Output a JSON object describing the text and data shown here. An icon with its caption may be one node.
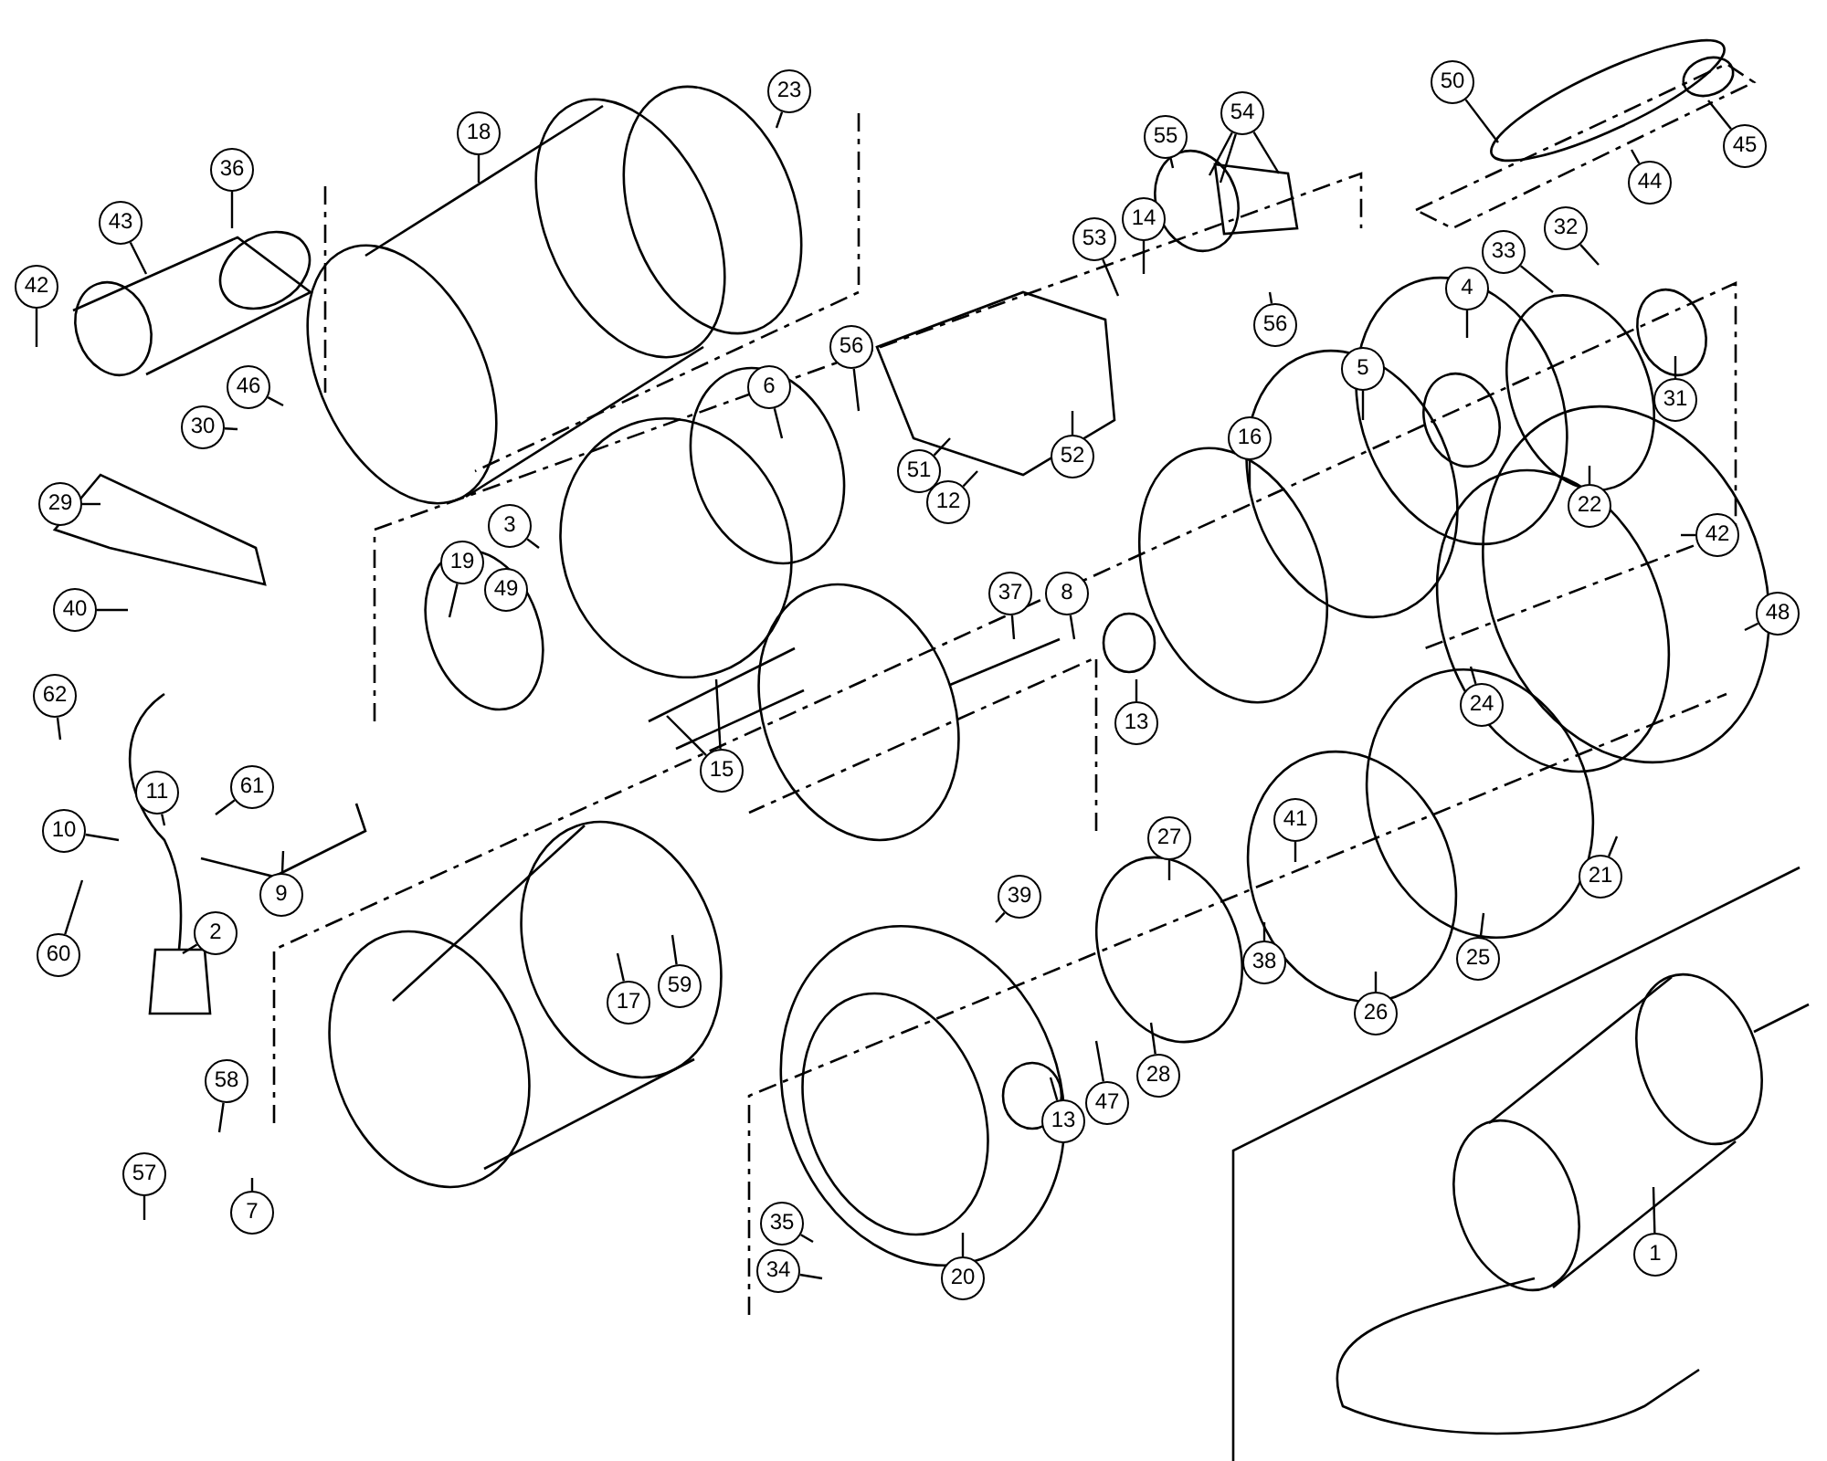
{
  "diagram": {
    "nodes": [
      {
        "text": [
          "50"
        ]
      },
      {
        "text": [
          "45"
        ]
      },
      {
        "text": [
          "44"
        ]
      },
      {
        "text": [
          "54"
        ]
      },
      {
        "text": [
          "23"
        ]
      },
      {
        "text": [
          "55"
        ]
      },
      {
        "text": [
          "18"
        ]
      },
      {
        "text": [
          "36"
        ]
      },
      {
        "text": [
          "43"
        ]
      },
      {
        "text": [
          "32"
        ]
      },
      {
        "text": [
          "33"
        ]
      },
      {
        "text": [
          "14"
        ]
      },
      {
        "text": [
          "53"
        ]
      },
      {
        "text": [
          "42"
        ]
      },
      {
        "text": [
          "4"
        ]
      },
      {
        "text": [
          "56"
        ]
      },
      {
        "text": [
          "56"
        ]
      },
      {
        "text": [
          "6"
        ]
      },
      {
        "text": [
          "46"
        ]
      },
      {
        "text": [
          "5"
        ]
      },
      {
        "text": [
          "31"
        ]
      },
      {
        "text": [
          "30"
        ]
      },
      {
        "text": [
          "52"
        ]
      },
      {
        "text": [
          "51"
        ]
      },
      {
        "text": [
          "16"
        ]
      },
      {
        "text": [
          "29"
        ]
      },
      {
        "text": [
          "22"
        ]
      },
      {
        "text": [
          "12"
        ]
      },
      {
        "text": [
          "3"
        ]
      },
      {
        "text": [
          "42"
        ]
      },
      {
        "text": [
          "19"
        ]
      },
      {
        "text": [
          "37"
        ]
      },
      {
        "text": [
          "8"
        ]
      },
      {
        "text": [
          "40"
        ]
      },
      {
        "text": [
          "48"
        ]
      },
      {
        "text": [
          "62"
        ]
      },
      {
        "text": [
          "24"
        ]
      },
      {
        "text": [
          "13"
        ]
      },
      {
        "text": [
          "15"
        ]
      },
      {
        "text": [
          "61"
        ]
      },
      {
        "text": [
          "11"
        ]
      },
      {
        "text": [
          "41"
        ]
      },
      {
        "text": [
          "10"
        ]
      },
      {
        "text": [
          "27"
        ]
      },
      {
        "text": [
          "21"
        ]
      },
      {
        "text": [
          "9"
        ]
      },
      {
        "text": [
          "39"
        ]
      },
      {
        "text": [
          "2"
        ]
      },
      {
        "text": [
          "60"
        ]
      },
      {
        "text": [
          "38"
        ]
      },
      {
        "text": [
          "25"
        ]
      },
      {
        "text": [
          "59"
        ]
      },
      {
        "text": [
          "17"
        ]
      },
      {
        "text": [
          "26"
        ]
      },
      {
        "text": [
          "28"
        ]
      },
      {
        "text": [
          "58"
        ]
      },
      {
        "text": [
          "47"
        ]
      },
      {
        "text": [
          "13"
        ]
      },
      {
        "text": [
          "57"
        ]
      },
      {
        "text": [
          "7"
        ]
      },
      {
        "text": [
          "35"
        ]
      },
      {
        "text": [
          "1"
        ]
      },
      {
        "text": [
          "34"
        ]
      },
      {
        "text": [
          "20"
        ]
      },
      {
        "text": [
          "49"
        ]
      }
    ],
    "edges": [
      {
        "from": 0,
        "to": null,
        "arrow": "none"
      },
      {
        "from": 1,
        "to": null,
        "arrow": "none"
      },
      {
        "from": 2,
        "to": null,
        "arrow": "none"
      },
      {
        "from": 3,
        "to": null,
        "arrow": "none"
      },
      {
        "from": 3,
        "to": null,
        "arrow": "none"
      },
      {
        "from": 3,
        "to": null,
        "arrow": "none"
      },
      {
        "from": 4,
        "to": null,
        "arrow": "none"
      },
      {
        "from": 5,
        "to": null,
        "arrow": "none"
      },
      {
        "from": 6,
        "to": null,
        "arrow": "none"
      },
      {
        "from": 7,
        "to": null,
        "arrow": "none"
      },
      {
        "from": 8,
        "to": null,
        "arrow": "none"
      },
      {
        "from": 9,
        "to": null,
        "arrow": "none"
      },
      {
        "from": 10,
        "to": null,
        "arrow": "none"
      },
      {
        "from": 11,
        "to": null,
        "arrow": "none"
      },
      {
        "from": 12,
        "to": null,
        "arrow": "none"
      },
      {
        "from": 13,
        "to": null,
        "arrow": "none"
      },
      {
        "from": 14,
        "to": null,
        "arrow": "none"
      },
      {
        "from": 15,
        "to": null,
        "arrow": "none"
      },
      {
        "from": 16,
        "to": null,
        "arrow": "none"
      },
      {
        "from": 17,
        "to": null,
        "arrow": "none"
      },
      {
        "from": 18,
        "to": null,
        "arrow": "none"
      },
      {
        "from": 19,
        "to": null,
        "arrow": "none"
      },
      {
        "from": 20,
        "to": null,
        "arrow": "none"
      },
      {
        "from": 21,
        "to": null,
        "arrow": "none"
      },
      {
        "from": 22,
        "to": null,
        "arrow": "none"
      },
      {
        "from": 23,
        "to": null,
        "arrow": "none"
      },
      {
        "from": 24,
        "to": null,
        "arrow": "none"
      },
      {
        "from": 25,
        "to": null,
        "arrow": "none"
      },
      {
        "from": 26,
        "to": null,
        "arrow": "none"
      },
      {
        "from": 27,
        "to": null,
        "arrow": "none"
      },
      {
        "from": 28,
        "to": null,
        "arrow": "none"
      },
      {
        "from": 29,
        "to": null,
        "arrow": "none"
      },
      {
        "from": 30,
        "to": null,
        "arrow": "none"
      },
      {
        "from": 31,
        "to": null,
        "arrow": "none"
      },
      {
        "from": 32,
        "to": null,
        "arrow": "none"
      },
      {
        "from": 33,
        "to": null,
        "arrow": "none"
      },
      {
        "from": 34,
        "to": null,
        "arrow": "none"
      },
      {
        "from": 35,
        "to": null,
        "arrow": "none"
      },
      {
        "from": 36,
        "to": null,
        "arrow": "none"
      },
      {
        "from": 37,
        "to": null,
        "arrow": "none"
      },
      {
        "from": 38,
        "to": null,
        "arrow": "none"
      },
      {
        "from": 38,
        "to": null,
        "arrow": "none"
      },
      {
        "from": 39,
        "to": null,
        "arrow": "none"
      },
      {
        "from": 40,
        "to": null,
        "arrow": "none"
      },
      {
        "from": 41,
        "to": null,
        "arrow": "none"
      },
      {
        "from": 42,
        "to": null,
        "arrow": "none"
      },
      {
        "from": 43,
        "to": null,
        "arrow": "none"
      },
      {
        "from": 44,
        "to": null,
        "arrow": "none"
      },
      {
        "from": 45,
        "to": null,
        "arrow": "none"
      },
      {
        "from": 46,
        "to": null,
        "arrow": "none"
      },
      {
        "from": 47,
        "to": null,
        "arrow": "none"
      },
      {
        "from": 48,
        "to": null,
        "arrow": "none"
      },
      {
        "from": 49,
        "to": null,
        "arrow": "none"
      },
      {
        "from": 50,
        "to": null,
        "arrow": "none"
      },
      {
        "from": 51,
        "to": null,
        "arrow": "none"
      },
      {
        "from": 52,
        "to": null,
        "arrow": "none"
      },
      {
        "from": 53,
        "to": null,
        "arrow": "none"
      },
      {
        "from": 54,
        "to": null,
        "arrow": "none"
      },
      {
        "from": 55,
        "to": null,
        "arrow": "none"
      },
      {
        "from": 56,
        "to": null,
        "arrow": "none"
      },
      {
        "from": 57,
        "to": null,
        "arrow": "none"
      },
      {
        "from": 58,
        "to": null,
        "arrow": "none"
      },
      {
        "from": 59,
        "to": null,
        "arrow": "none"
      },
      {
        "from": 60,
        "to": null,
        "arrow": "none"
      },
      {
        "from": 61,
        "to": null,
        "arrow": "none"
      },
      {
        "from": 62,
        "to": null,
        "arrow": "none"
      },
      {
        "from": 63,
        "to": null,
        "arrow": "none"
      }
    ]
  }
}
